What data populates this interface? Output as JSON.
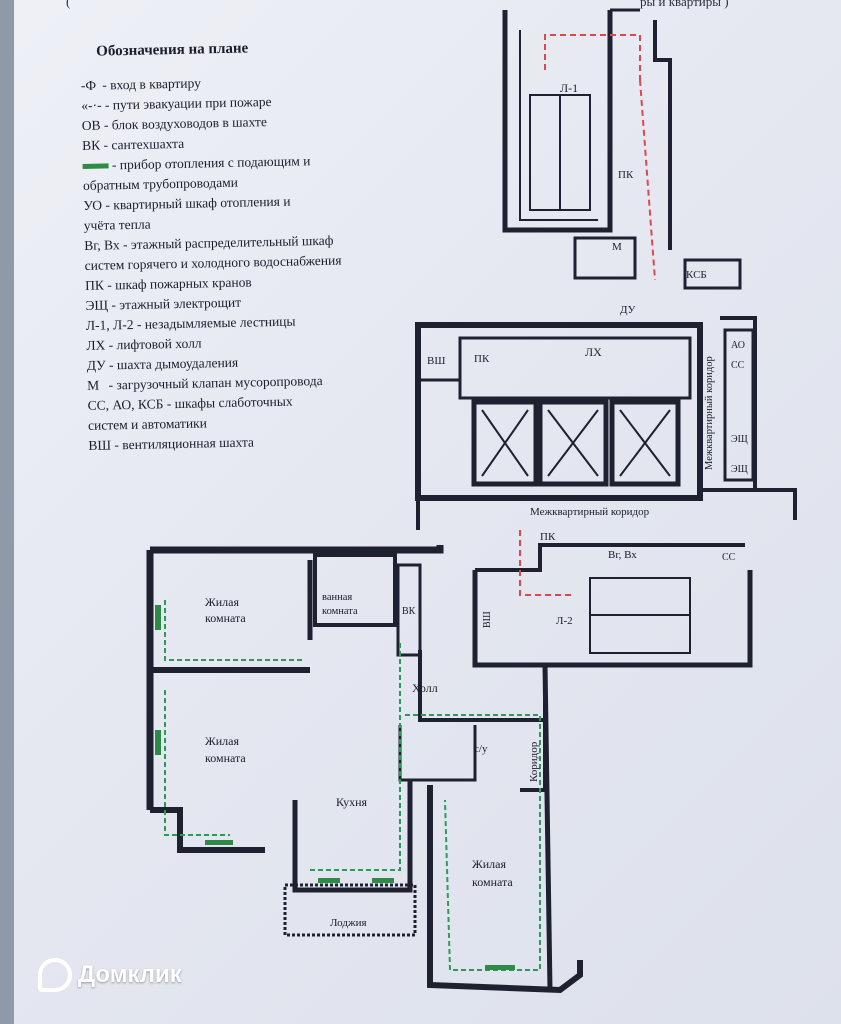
{
  "header": {
    "left_fragment": "(",
    "right_fragment": "ры и квартиры )"
  },
  "legend": {
    "title": "Обозначения на плане",
    "items": [
      {
        "symbol": "-Ф",
        "text": "- вход в квартиру"
      },
      {
        "symbol": "«-·-",
        "text": "- пути эвакуации при пожаре"
      },
      {
        "symbol": "ОВ",
        "text": "- блок воздуховодов в шахте"
      },
      {
        "symbol": "ВК",
        "text": "- сантехшахта"
      },
      {
        "symbol": "",
        "text": "- прибор отопления с подающим и"
      },
      {
        "symbol": "",
        "text": "обратным трубопроводами"
      },
      {
        "symbol": "УО",
        "text": "- квартирный шкаф отопления и"
      },
      {
        "symbol": "",
        "text": "учёта тепла"
      },
      {
        "symbol": "Вг, Вх",
        "text": "- этажный распределительный шкаф"
      },
      {
        "symbol": "",
        "text": "систем горячего и холодного водоснабжения"
      },
      {
        "symbol": "ПК",
        "text": "- шкаф пожарных кранов"
      },
      {
        "symbol": "ЭЩ",
        "text": "- этажный электрощит"
      },
      {
        "symbol": "Л-1, Л-2",
        "text": "- незадымляемые лестницы"
      },
      {
        "symbol": "ЛХ",
        "text": "- лифтовой холл"
      },
      {
        "symbol": "ДУ",
        "text": "- шахта дымоудаления"
      },
      {
        "symbol": "М",
        "text": "- загрузочный клапан мусоропровода"
      },
      {
        "symbol": "СС, АО, КСБ",
        "text": "- шкафы слаботочных"
      },
      {
        "symbol": "",
        "text": "систем и автоматики"
      },
      {
        "symbol": "ВШ",
        "text": "- вентиляционная шахта"
      }
    ]
  },
  "plan": {
    "labels": {
      "l1": "Л-1",
      "pk_top": "ПК",
      "m": "М",
      "ksb": "КСБ",
      "du": "ДУ",
      "vsh_top": "ВШ",
      "pk_lift": "ПК",
      "lh": "ЛХ",
      "interapt_corridor_v": "Межквартирный коридор",
      "ao": "АО",
      "ss": "СС",
      "esh_1": "ЭЩ",
      "esh_2": "ЭЩ",
      "interapt_corridor_h": "Межквартирный коридор",
      "pk_mid": "ПК",
      "vg_vx": "Вг, Вх",
      "ss_mid": "СС",
      "l2": "Л-2",
      "vsh_mid": "ВШ",
      "living_room_1_a": "Жилая",
      "living_room_1_b": "комната",
      "bathroom_a": "ванная",
      "bathroom_b": "комната",
      "vk": "ВК",
      "hall": "Холл",
      "living_room_2_a": "Жилая",
      "living_room_2_b": "комната",
      "wc": "с/у",
      "corridor": "Коридор",
      "kitchen": "Кухня",
      "living_room_3_a": "Жилая",
      "living_room_3_b": "комната",
      "loggia": "Лоджия"
    },
    "colors": {
      "wall": "#1e2130",
      "evac": "#e0474c",
      "heating": "#2e9a58",
      "ink": "#1a1d2b"
    }
  },
  "watermark": {
    "brand": "Домклик"
  }
}
